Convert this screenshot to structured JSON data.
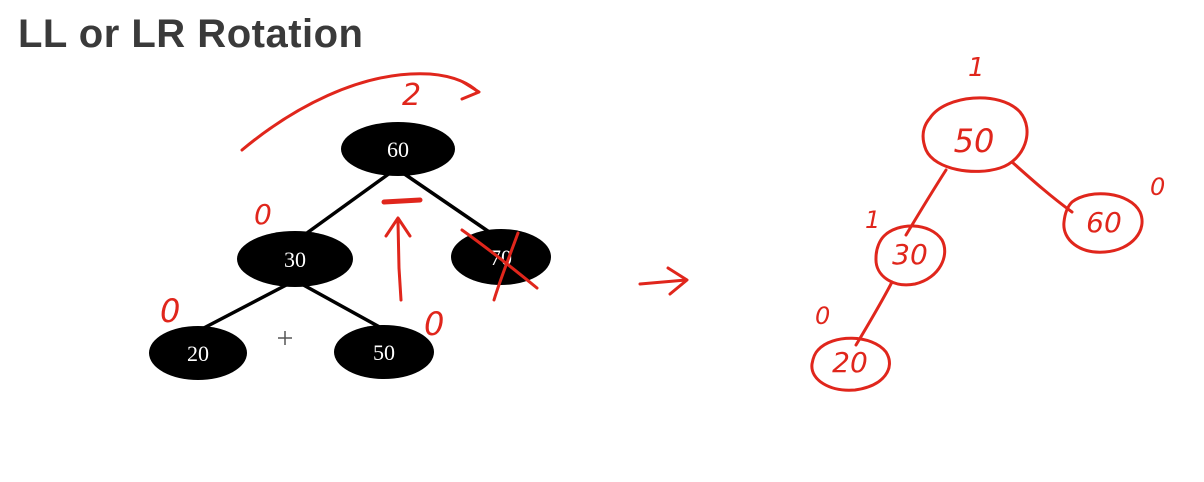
{
  "title": "LL or LR Rotation",
  "colors": {
    "node_fill": "#000000",
    "node_text": "#ffffff",
    "edge": "#000000",
    "annotation": "#e0261c",
    "title": "#3a3a3a"
  },
  "left_tree": {
    "nodes": [
      {
        "id": "n60",
        "label": "60"
      },
      {
        "id": "n30",
        "label": "30"
      },
      {
        "id": "n70",
        "label": "70"
      },
      {
        "id": "n20",
        "label": "20"
      },
      {
        "id": "n50",
        "label": "50"
      }
    ],
    "edges": [
      [
        "n60",
        "n30"
      ],
      [
        "n60",
        "n70"
      ],
      [
        "n30",
        "n20"
      ],
      [
        "n30",
        "n50"
      ]
    ],
    "balance_factors": {
      "n60": "2",
      "n30": "0",
      "n20": "0",
      "n50": "0"
    },
    "deleted_node": "n70"
  },
  "right_tree": {
    "nodes": [
      {
        "id": "r50",
        "label": "50"
      },
      {
        "id": "r30",
        "label": "30"
      },
      {
        "id": "r60",
        "label": "60"
      },
      {
        "id": "r20",
        "label": "20"
      }
    ],
    "edges": [
      [
        "r50",
        "r30"
      ],
      [
        "r50",
        "r60"
      ],
      [
        "r30",
        "r20"
      ]
    ],
    "balance_factors": {
      "r50": "1",
      "r30": "1",
      "r60": "0",
      "r20": "0"
    }
  }
}
